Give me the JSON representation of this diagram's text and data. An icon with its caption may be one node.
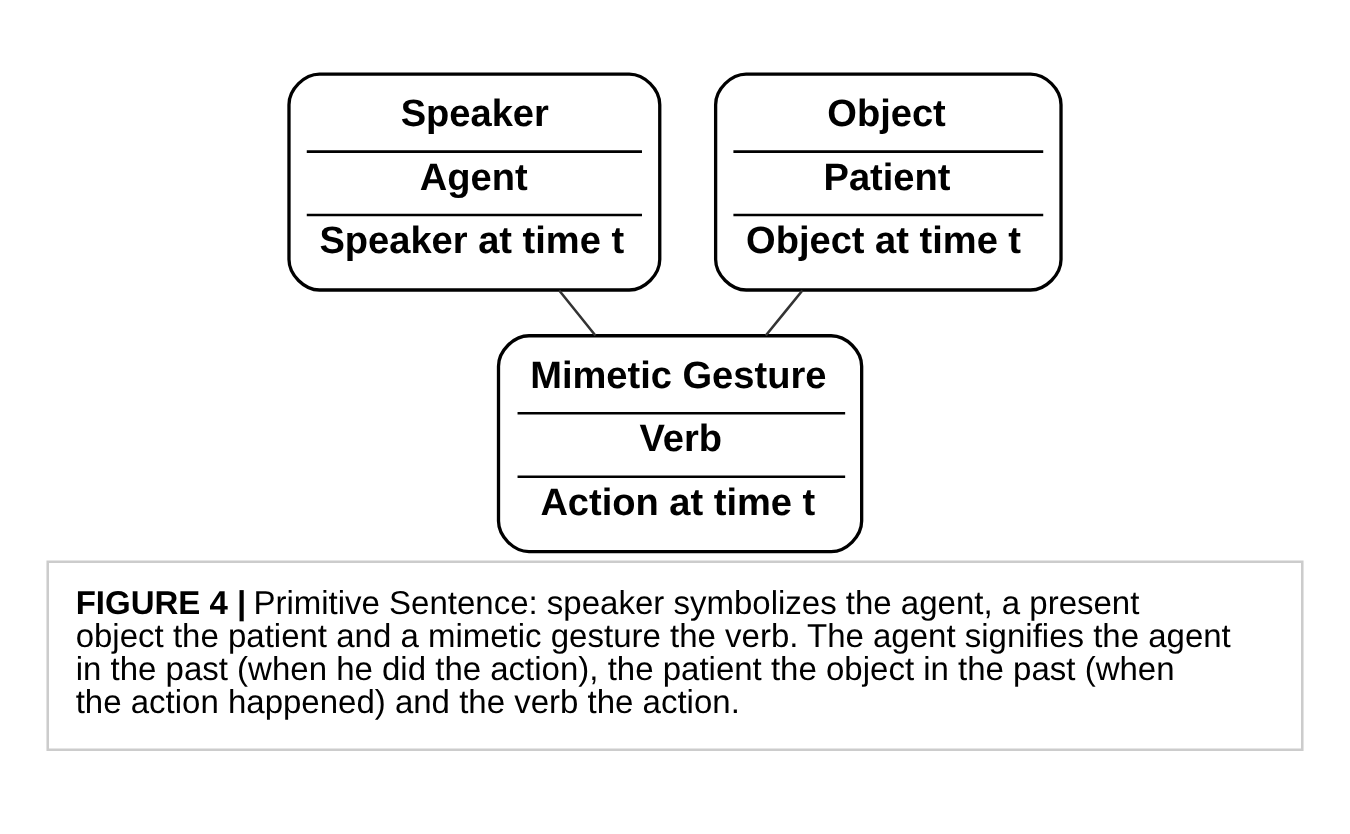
{
  "diagram": {
    "caption": "**FIGURE 4 |** Primitive Sentence: speaker symbolizes the agent, a present object the patient and a mimetic gesture the verb. The agent signifies the agent in the past (when he did the action), the patient the object in the past (when the action happened) and the verb the action.",
    "nodes": [
      {
        "text": [
          "Speaker",
          "Agent",
          "Speaker at time t"
        ]
      },
      {
        "text": [
          "Object",
          "Patient",
          "Object at time t"
        ]
      },
      {
        "text": [
          "Mimetic Gesture",
          "Verb",
          "Action at time t"
        ]
      }
    ],
    "edges": [
      {
        "from": 0,
        "to": 2,
        "arrow": "none"
      },
      {
        "from": 1,
        "to": 2,
        "arrow": "none"
      }
    ]
  }
}
